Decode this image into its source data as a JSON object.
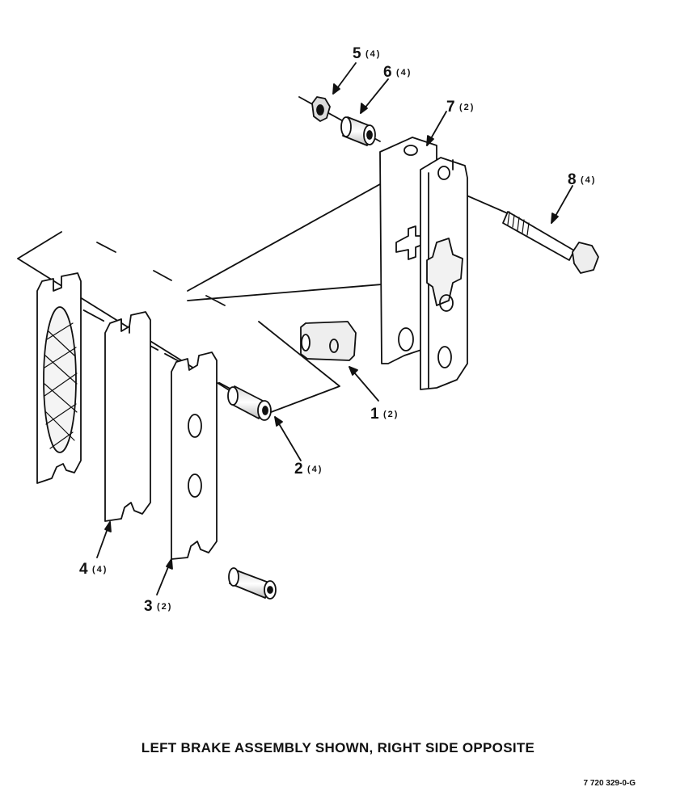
{
  "callouts": [
    {
      "id": "1",
      "number": "1",
      "qty": "(2)"
    },
    {
      "id": "2",
      "number": "2",
      "qty": "(4)"
    },
    {
      "id": "3",
      "number": "3",
      "qty": "(2)"
    },
    {
      "id": "4",
      "number": "4",
      "qty": "(4)"
    },
    {
      "id": "5",
      "number": "5",
      "qty": "(4)"
    },
    {
      "id": "6",
      "number": "6",
      "qty": "(4)"
    },
    {
      "id": "7",
      "number": "7",
      "qty": "(2)"
    },
    {
      "id": "8",
      "number": "8",
      "qty": "(4)"
    }
  ],
  "caption": "LEFT BRAKE ASSEMBLY SHOWN, RIGHT SIDE OPPOSITE",
  "drawing_number": "7 720 329-0-G",
  "colors": {
    "ink": "#111111",
    "background": "#ffffff",
    "shade": "#e6e6e6"
  }
}
